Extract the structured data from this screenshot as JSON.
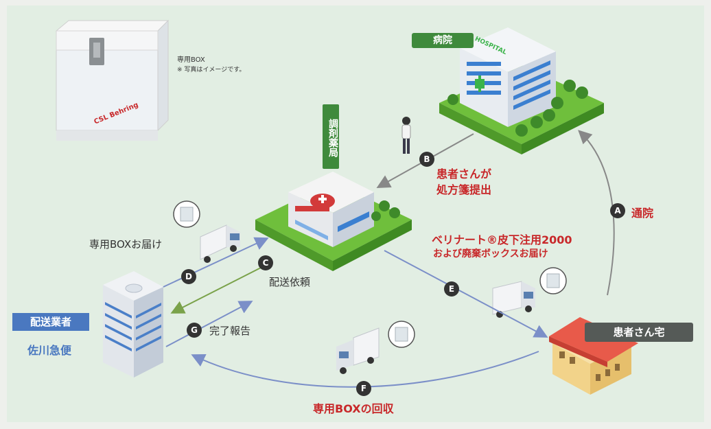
{
  "colors": {
    "background": "#e2eee3",
    "green": "#3f8a3c",
    "blue": "#4a78c0",
    "grey": "#555a57",
    "red": "#c8282a",
    "arrow_blue": "#7b8fc8",
    "arrow_green": "#7aa24a",
    "arrow_grey": "#777777"
  },
  "box_photo": {
    "caption_line1": "専用BOX",
    "caption_line2": "※ 写真はイメージです。",
    "brand": "CSL Behring"
  },
  "nodes": {
    "hospital": {
      "label": "病院",
      "sign": "HOSPITAL",
      "icon": "hospital-building-icon"
    },
    "pharmacy": {
      "label": "調剤薬局",
      "icon": "pharmacy-building-icon"
    },
    "carrier": {
      "label": "配送業者",
      "name": "佐川急便",
      "icon": "office-building-icon"
    },
    "patient_home": {
      "label": "患者さん宅",
      "icon": "house-icon"
    }
  },
  "steps": {
    "A": {
      "badge": "A",
      "text": "通院"
    },
    "B": {
      "badge": "B",
      "line1": "患者さんが",
      "line2": "処方箋提出"
    },
    "C": {
      "badge": "C",
      "text": "配送依頼"
    },
    "D": {
      "badge": "D",
      "text": "専用BOXお届け"
    },
    "E": {
      "badge": "E",
      "line1": "ベリナート®皮下注用2000",
      "line2": "および廃棄ボックスお届け"
    },
    "F": {
      "badge": "F",
      "text": "専用BOXの回収"
    },
    "G": {
      "badge": "G",
      "text": "完了報告"
    }
  }
}
